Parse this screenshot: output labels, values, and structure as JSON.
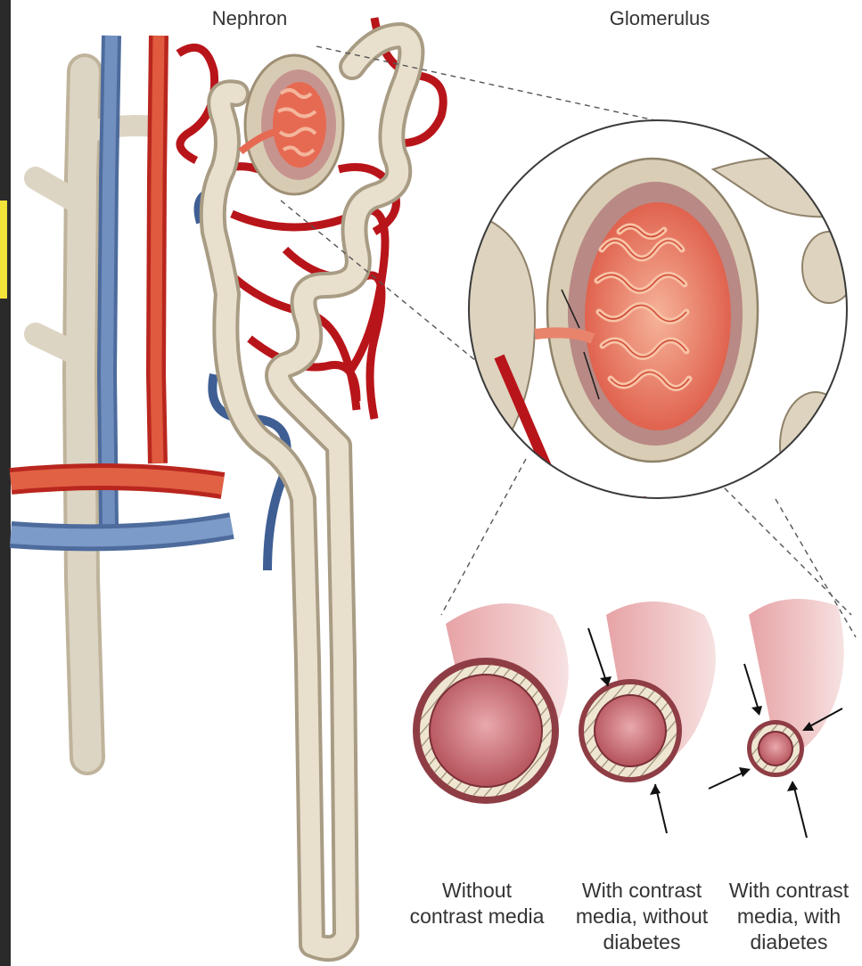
{
  "labels": {
    "nephron": "Nephron",
    "glomerulus": "Glomerulus"
  },
  "captions": [
    "Without\ncontrast media",
    "With contrast\nmedia, without\ndiabetes",
    "With contrast\nmedia, with\ndiabetes"
  ],
  "colors": {
    "tubule": "#ddd5c3",
    "artery": "#b8151a",
    "vein": "#5f7fb0",
    "vessel_pink": "#e39d9e"
  }
}
